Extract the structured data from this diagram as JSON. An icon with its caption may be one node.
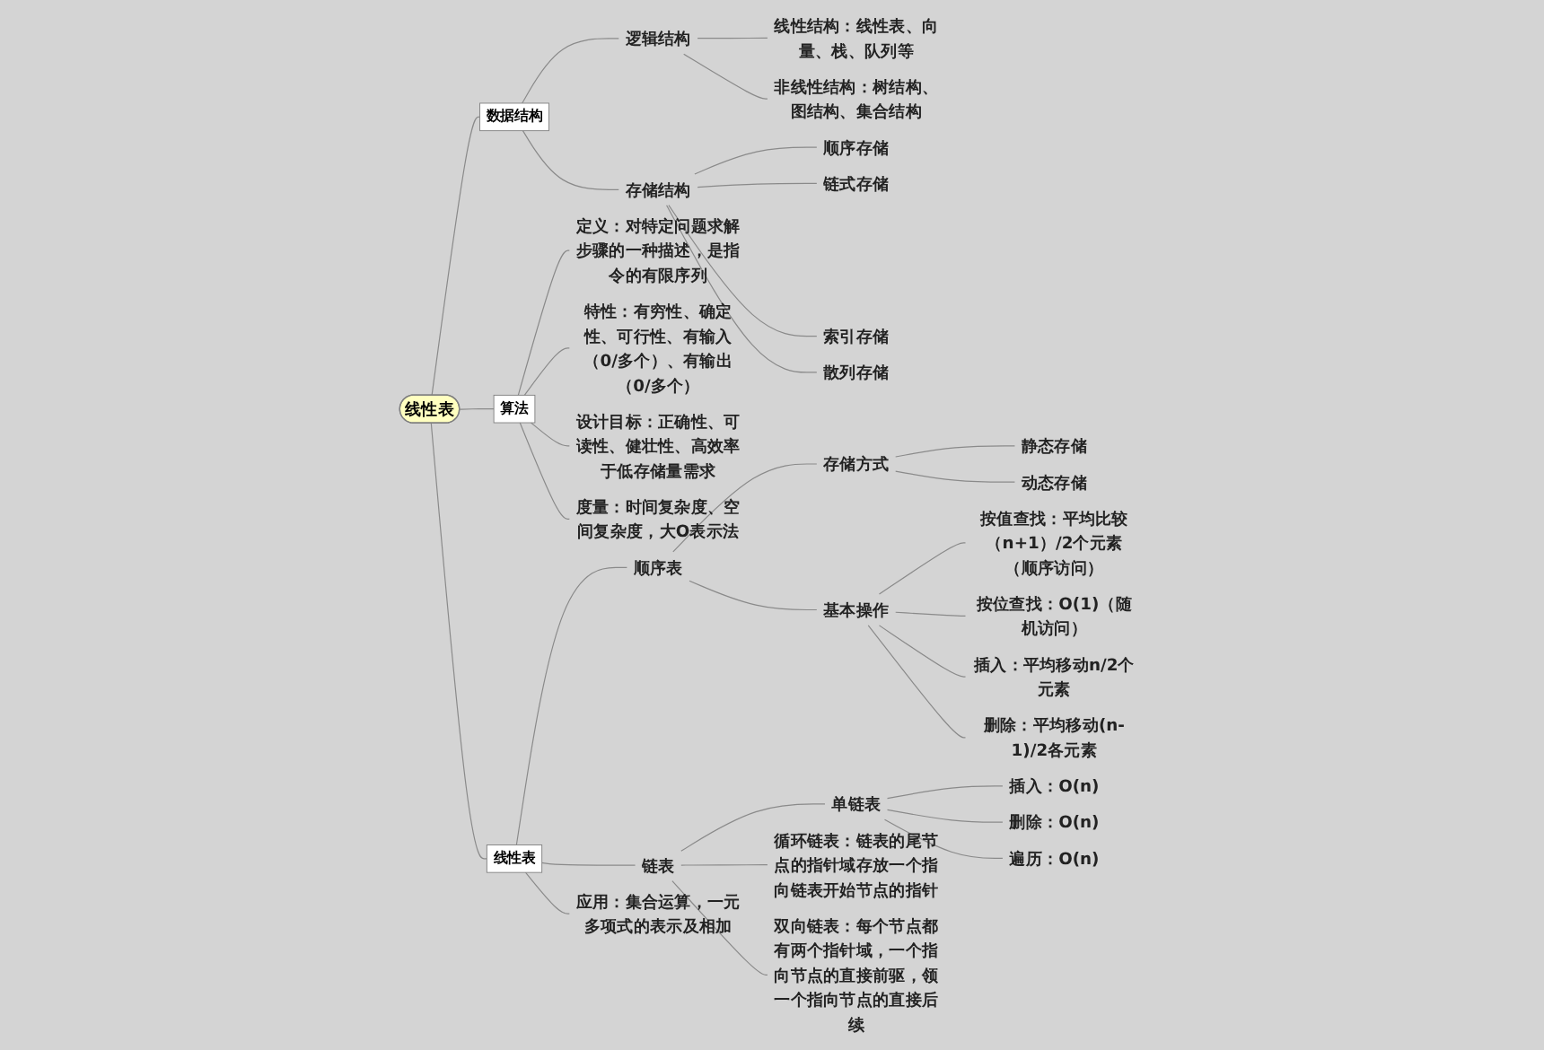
{
  "diagram": {
    "nodes": [
      {
        "text": [
          "线性表"
        ]
      },
      {
        "text": [
          "数据结构"
        ]
      },
      {
        "text": [
          "逻辑结构"
        ]
      },
      {
        "text": [
          "线性结构：线性表、向量、栈、队列等"
        ]
      },
      {
        "text": [
          "非线性结构：树结构、图结构、集合结构"
        ]
      },
      {
        "text": [
          "存储结构"
        ]
      },
      {
        "text": [
          "顺序存储"
        ]
      },
      {
        "text": [
          "链式存储"
        ]
      },
      {
        "text": [
          "索引存储"
        ]
      },
      {
        "text": [
          "散列存储"
        ]
      },
      {
        "text": [
          "算法"
        ]
      },
      {
        "text": [
          "定义：对特定问题求解步骤的一种描述，是指令的有限序列"
        ]
      },
      {
        "text": [
          "特性：有穷性、确定性、可行性、有输入（0/多个）、有输出（0/多个）"
        ]
      },
      {
        "text": [
          "设计目标：正确性、可读性、健壮性、高效率于低存储量需求"
        ]
      },
      {
        "text": [
          "度量：时间复杂度、空间复杂度，大O表示法"
        ]
      },
      {
        "text": [
          "线性表"
        ]
      },
      {
        "text": [
          "顺序表"
        ]
      },
      {
        "text": [
          "存储方式"
        ]
      },
      {
        "text": [
          "静态存储"
        ]
      },
      {
        "text": [
          "动态存储"
        ]
      },
      {
        "text": [
          "基本操作"
        ]
      },
      {
        "text": [
          "按值查找：平均比较（n+1）/2个元素（顺序访问）"
        ]
      },
      {
        "text": [
          "按位查找：O(1)（随机访问）"
        ]
      },
      {
        "text": [
          "插入：平均移动n/2个元素"
        ]
      },
      {
        "text": [
          "删除：平均移动(n-1)/2各元素"
        ]
      },
      {
        "text": [
          "链表"
        ]
      },
      {
        "text": [
          "单链表"
        ]
      },
      {
        "text": [
          "插入：O(n)"
        ]
      },
      {
        "text": [
          "删除：O(n)"
        ]
      },
      {
        "text": [
          "遍历：O(n)"
        ]
      },
      {
        "text": [
          "循环链表：链表的尾节点的指针域存放一个指向链表开始节点的指针"
        ]
      },
      {
        "text": [
          "双向链表：每个节点都有两个指针域，一个指向节点的直接前驱，领一个指向节点的直接后续"
        ]
      },
      {
        "text": [
          "应用：集合运算，一元多项式的表示及相加"
        ]
      }
    ],
    "edges": [
      {
        "from": 0,
        "to": 1,
        "arrow": "none"
      },
      {
        "from": 1,
        "to": 2,
        "arrow": "none"
      },
      {
        "from": 2,
        "to": 3,
        "arrow": "none"
      },
      {
        "from": 2,
        "to": 4,
        "arrow": "none"
      },
      {
        "from": 1,
        "to": 5,
        "arrow": "none"
      },
      {
        "from": 5,
        "to": 6,
        "arrow": "none"
      },
      {
        "from": 5,
        "to": 7,
        "arrow": "none"
      },
      {
        "from": 5,
        "to": 8,
        "arrow": "none"
      },
      {
        "from": 5,
        "to": 9,
        "arrow": "none"
      },
      {
        "from": 0,
        "to": 10,
        "arrow": "none"
      },
      {
        "from": 10,
        "to": 11,
        "arrow": "none"
      },
      {
        "from": 10,
        "to": 12,
        "arrow": "none"
      },
      {
        "from": 10,
        "to": 13,
        "arrow": "none"
      },
      {
        "from": 10,
        "to": 14,
        "arrow": "none"
      },
      {
        "from": 0,
        "to": 15,
        "arrow": "none"
      },
      {
        "from": 15,
        "to": 16,
        "arrow": "none"
      },
      {
        "from": 16,
        "to": 17,
        "arrow": "none"
      },
      {
        "from": 17,
        "to": 18,
        "arrow": "none"
      },
      {
        "from": 17,
        "to": 19,
        "arrow": "none"
      },
      {
        "from": 16,
        "to": 20,
        "arrow": "none"
      },
      {
        "from": 20,
        "to": 21,
        "arrow": "none"
      },
      {
        "from": 20,
        "to": 22,
        "arrow": "none"
      },
      {
        "from": 20,
        "to": 23,
        "arrow": "none"
      },
      {
        "from": 20,
        "to": 24,
        "arrow": "none"
      },
      {
        "from": 15,
        "to": 25,
        "arrow": "none"
      },
      {
        "from": 25,
        "to": 26,
        "arrow": "none"
      },
      {
        "from": 26,
        "to": 27,
        "arrow": "none"
      },
      {
        "from": 26,
        "to": 28,
        "arrow": "none"
      },
      {
        "from": 26,
        "to": 29,
        "arrow": "none"
      },
      {
        "from": 25,
        "to": 30,
        "arrow": "none"
      },
      {
        "from": 25,
        "to": 31,
        "arrow": "none"
      },
      {
        "from": 15,
        "to": 32,
        "arrow": "none"
      }
    ]
  }
}
